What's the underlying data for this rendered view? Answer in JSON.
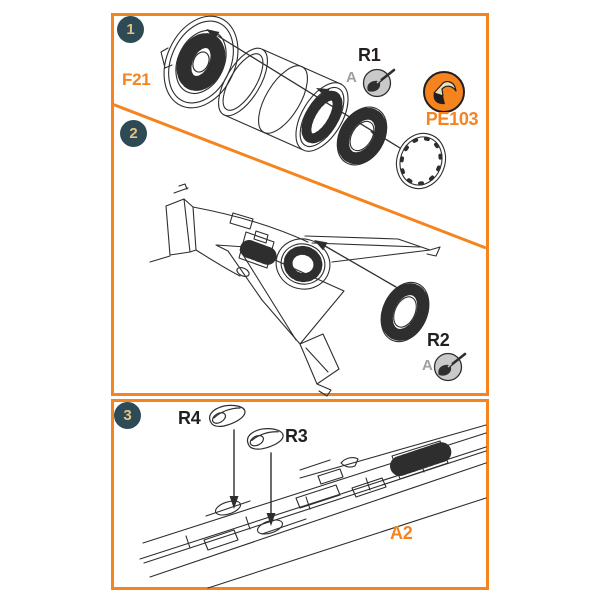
{
  "colors": {
    "accent_orange": "#F5841F",
    "line_ink": "#2E2E2E",
    "badge_background": "#2D4A55",
    "badge_number": "#E5C383",
    "paint_icon_grey": "#C9C9C9",
    "letter_grey": "#9BA0A3",
    "photoetch_cream": "#EADFB6"
  },
  "icons": {
    "paint": "paintbrush-icon",
    "photoetch_logo": "photoetch-logo-icon"
  },
  "brand": {
    "product_code": "PE103"
  },
  "step1": {
    "number": "1",
    "kit_part_label": "F21",
    "resin_label": "R1",
    "paint_code": "A"
  },
  "step2": {
    "number": "2",
    "resin_label": "R2",
    "paint_code": "A"
  },
  "step3": {
    "number": "3",
    "resin_label_r4": "R4",
    "resin_label_r3": "R3",
    "kit_part_label": "A2"
  }
}
